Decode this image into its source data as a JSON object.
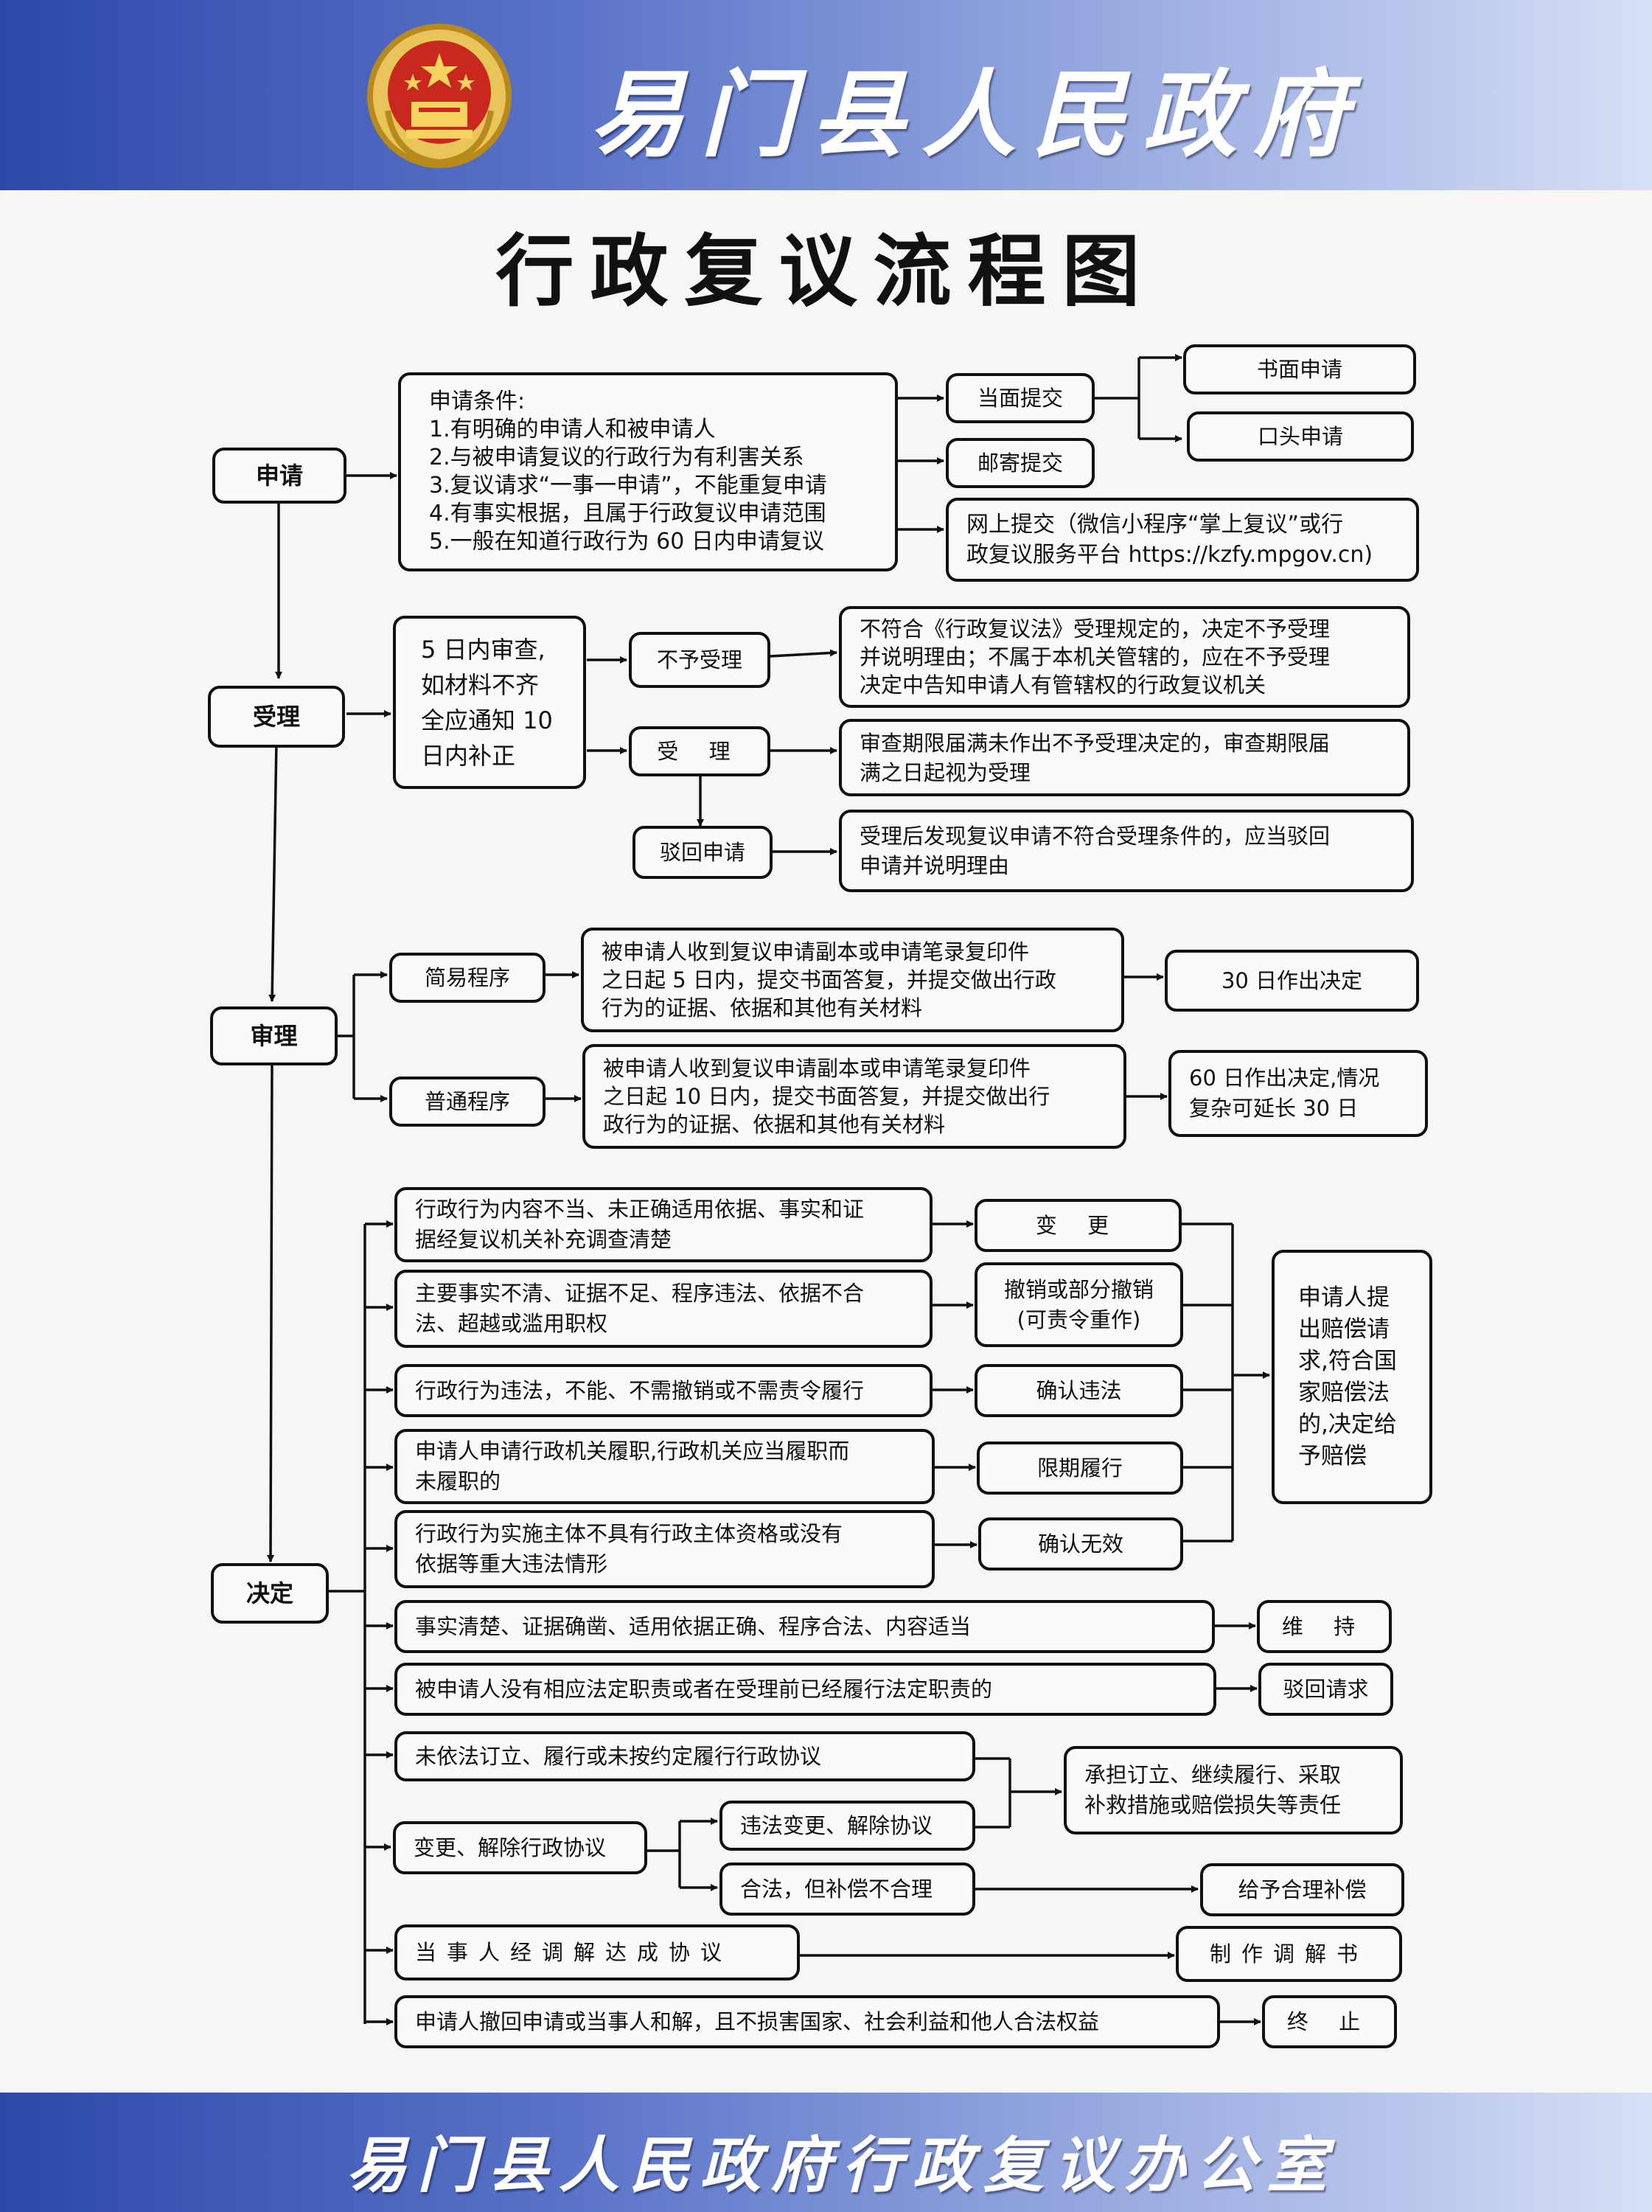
{
  "header": {
    "government_name": "易门县人民政府",
    "emblem_icon": "national-emblem-icon",
    "brand_color": "#2d49a8"
  },
  "title": "行政复议流程图",
  "footer": {
    "office_name": "易门县人民政府行政复议办公室"
  },
  "stages": {
    "apply": "申请",
    "accept": "受理",
    "review": "审理",
    "decide": "决定"
  },
  "apply": {
    "conditions": [
      "申请条件:",
      "1.有明确的申请人和被申请人",
      "2.与被申请复议的行政行为有利害关系",
      "3.复议请求“一事一申请”，不能重复申请",
      "4.有事实根据，且属于行政复议申请范围",
      "5.一般在知道行政行为 60 日内申请复议"
    ],
    "in_person": "当面提交",
    "written": "书面申请",
    "oral": "口头申请",
    "mail": "邮寄提交",
    "online": [
      "网上提交（微信小程序“掌上复议”或行",
      "政复议服务平台 https://kzfy.mpgov.cn)"
    ]
  },
  "accept": {
    "check": [
      "5 日内审查,",
      "如材料不齐",
      "全应通知  10",
      "日内补正"
    ],
    "reject": "不予受理",
    "reject_note": [
      "不符合《行政复议法》受理规定的，决定不予受理",
      "并说明理由；不属于本机关管辖的，应在不予受理",
      "决定中告知申请人有管辖权的行政复议机关"
    ],
    "accepted": "受  理",
    "accepted_note": [
      "审查期限届满未作出不予受理决定的，审查期限届",
      "满之日起视为受理"
    ],
    "dismiss": "驳回申请",
    "dismiss_note": [
      "受理后发现复议申请不符合受理条件的，应当驳回",
      "申请并说明理由"
    ]
  },
  "review": {
    "simple": "简易程序",
    "simple_note": [
      "被申请人收到复议申请副本或申请笔录复印件",
      "之日起 5 日内，提交书面答复，并提交做出行政",
      "行为的证据、依据和其他有关材料"
    ],
    "simple_result": "30 日作出决定",
    "normal": "普通程序",
    "normal_note": [
      "被申请人收到复议申请副本或申请笔录复印件",
      "之日起 10 日内，提交书面答复，并提交做出行",
      "政行为的证据、依据和其他有关材料"
    ],
    "normal_result": [
      "60 日作出决定,情况",
      "复杂可延长 30 日"
    ]
  },
  "decide": {
    "c1": [
      "行政行为内容不当、未正确适用依据、事实和证",
      "据经复议机关补充调查清楚"
    ],
    "r1": "变  更",
    "c2": [
      "主要事实不清、证据不足、程序违法、依据不合",
      "法、超越或滥用职权"
    ],
    "r2": [
      "撤销或部分撤销",
      "(可责令重作)"
    ],
    "c3": "行政行为违法，不能、不需撤销或不需责令履行",
    "r3": "确认违法",
    "c4": [
      "申请人申请行政机关履职,行政机关应当履职而",
      "未履职的"
    ],
    "r4": "限期履行",
    "c5": [
      "行政行为实施主体不具有行政主体资格或没有",
      "依据等重大违法情形"
    ],
    "r5": "确认无效",
    "compensation": [
      "申请人提",
      "出赔偿请",
      "求,符合国",
      "家赔偿法",
      "的,决定给",
      "予赔偿"
    ],
    "c6": "事实清楚、证据确凿、适用依据正确、程序合法、内容适当",
    "r6": "维  持",
    "c7": "被申请人没有相应法定职责或者在受理前已经履行法定职责的",
    "r7": "驳回请求",
    "c8": "未依法订立、履行或未按约定履行行政协议",
    "c9": "变更、解除行政协议",
    "c9a": "违法变更、解除协议",
    "c9b": "合法，但补偿不合理",
    "r8": [
      "承担订立、继续履行、采取",
      "补救措施或赔偿损失等责任"
    ],
    "r9": "给予合理补偿",
    "c10": "当事人经调解达成协议",
    "r10": "制作调解书",
    "c11": "申请人撤回申请或当事人和解，且不损害国家、社会利益和他人合法权益",
    "r11": "终  止"
  }
}
